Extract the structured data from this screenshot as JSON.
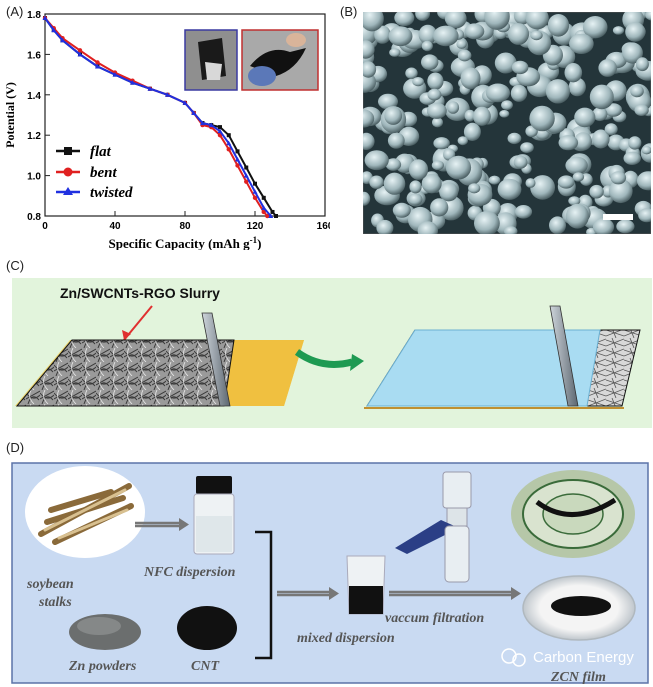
{
  "panel_a": {
    "letter": "(A)",
    "chart_data": {
      "type": "line",
      "xlabel": "Specific Capacity (mAh g",
      "xlabel_sup": "-1",
      "xlabel_end": ")",
      "ylabel": "Potential (V)",
      "xlim": [
        0,
        160
      ],
      "ylim": [
        0.8,
        1.8
      ],
      "x_ticks": [
        "0",
        "40",
        "80",
        "120",
        "160"
      ],
      "y_ticks": [
        "0.8",
        "1.0",
        "1.2",
        "1.4",
        "1.6",
        "1.8"
      ],
      "legend_position": "bottom-left",
      "series": [
        {
          "name": "flat",
          "color": "#111111",
          "points": [
            [
              0,
              1.78
            ],
            [
              5,
              1.72
            ],
            [
              10,
              1.67
            ],
            [
              20,
              1.6
            ],
            [
              30,
              1.54
            ],
            [
              40,
              1.5
            ],
            [
              50,
              1.46
            ],
            [
              60,
              1.43
            ],
            [
              70,
              1.4
            ],
            [
              80,
              1.36
            ],
            [
              85,
              1.31
            ],
            [
              90,
              1.26
            ],
            [
              95,
              1.25
            ],
            [
              100,
              1.24
            ],
            [
              105,
              1.2
            ],
            [
              110,
              1.12
            ],
            [
              115,
              1.04
            ],
            [
              120,
              0.96
            ],
            [
              125,
              0.89
            ],
            [
              130,
              0.82
            ],
            [
              132,
              0.8
            ]
          ]
        },
        {
          "name": "bent",
          "color": "#e02020",
          "points": [
            [
              0,
              1.78
            ],
            [
              5,
              1.73
            ],
            [
              10,
              1.68
            ],
            [
              20,
              1.62
            ],
            [
              30,
              1.56
            ],
            [
              40,
              1.51
            ],
            [
              50,
              1.47
            ],
            [
              60,
              1.43
            ],
            [
              70,
              1.4
            ],
            [
              80,
              1.36
            ],
            [
              85,
              1.31
            ],
            [
              90,
              1.25
            ],
            [
              95,
              1.24
            ],
            [
              100,
              1.2
            ],
            [
              105,
              1.13
            ],
            [
              110,
              1.05
            ],
            [
              115,
              0.97
            ],
            [
              120,
              0.89
            ],
            [
              125,
              0.82
            ],
            [
              127,
              0.8
            ]
          ]
        },
        {
          "name": "twisted",
          "color": "#2030e0",
          "points": [
            [
              0,
              1.78
            ],
            [
              5,
              1.72
            ],
            [
              10,
              1.67
            ],
            [
              20,
              1.6
            ],
            [
              30,
              1.54
            ],
            [
              40,
              1.5
            ],
            [
              50,
              1.46
            ],
            [
              60,
              1.43
            ],
            [
              70,
              1.4
            ],
            [
              80,
              1.36
            ],
            [
              85,
              1.31
            ],
            [
              90,
              1.26
            ],
            [
              95,
              1.25
            ],
            [
              100,
              1.22
            ],
            [
              105,
              1.16
            ],
            [
              110,
              1.08
            ],
            [
              115,
              1.0
            ],
            [
              120,
              0.92
            ],
            [
              125,
              0.84
            ],
            [
              129,
              0.8
            ]
          ]
        }
      ]
    }
  },
  "panel_b": {
    "letter": "(B)"
  },
  "panel_c": {
    "letter": "(C)",
    "slurry_label": "Zn/SWCNTs-RGO Slurry"
  },
  "panel_d": {
    "letter": "(D)",
    "labels": {
      "soybean_1": "soybean",
      "soybean_2": "stalks",
      "nfc": "NFC dispersion",
      "zn": "Zn powders",
      "cnt": "CNT",
      "mixed": "mixed dispersion",
      "filtration": "vaccum filtration",
      "zcn": "ZCN film"
    },
    "watermark": "Carbon Energy"
  },
  "colors": {
    "accent_green": "#1e9a52",
    "panel_d_bg": "#c9daf2",
    "panel_c_bg": "#e2f4dc",
    "film_blue": "#a9dcf2",
    "substrate_yellow": "#f0c040"
  }
}
